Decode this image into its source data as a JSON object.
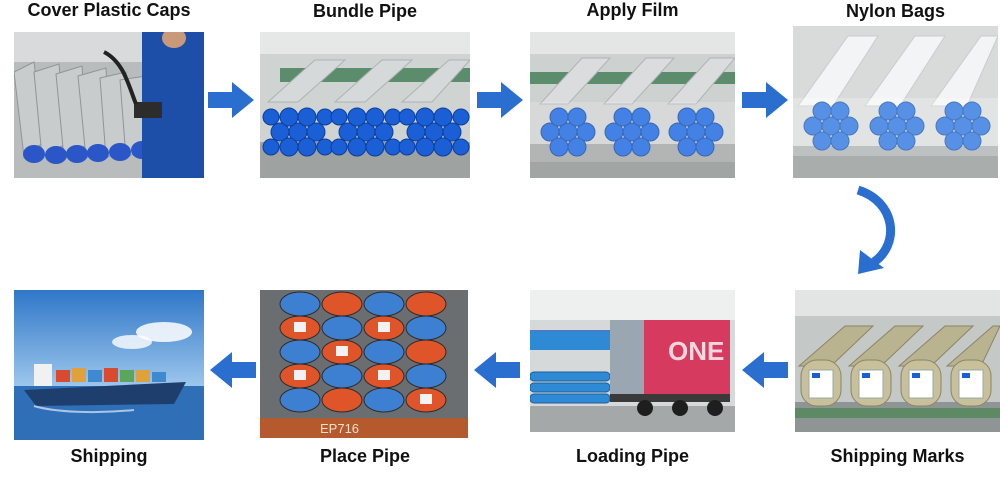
{
  "steps": [
    {
      "label": "Cover Plastic Caps"
    },
    {
      "label": "Bundle Pipe"
    },
    {
      "label": "Apply Film"
    },
    {
      "label": "Nylon Bags"
    },
    {
      "label": "Shipping Marks"
    },
    {
      "label": "Loading Pipe"
    },
    {
      "label": "Place Pipe"
    },
    {
      "label": "Shipping"
    }
  ],
  "photo_text": {
    "truck_brand": "ONE",
    "plate": "EP716"
  },
  "colors": {
    "arrow": "#2a6fcf",
    "cap_blue": "#1a5fd6",
    "bag_orange": "#e0542a",
    "ship_sea": "#2f6fb7"
  }
}
